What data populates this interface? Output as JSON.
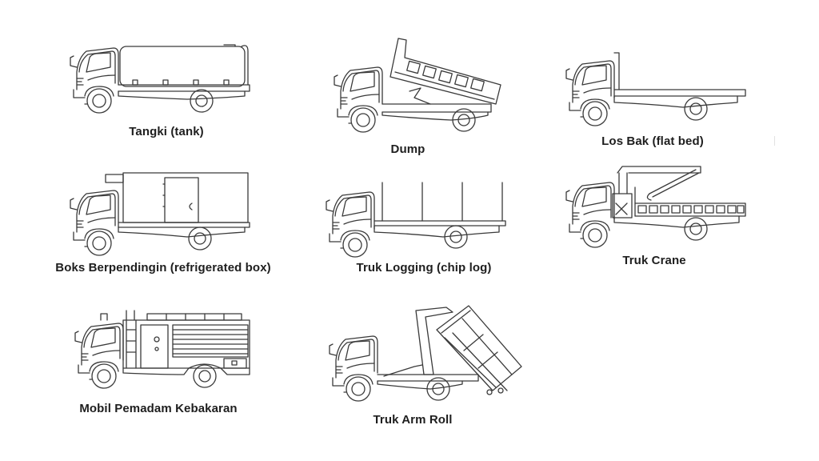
{
  "figure": {
    "vehicles": [
      {
        "id": "tangki",
        "label": "Tangki (tank)"
      },
      {
        "id": "dump",
        "label": "Dump"
      },
      {
        "id": "los-bak",
        "label": "Los Bak (flat bed)"
      },
      {
        "id": "boks-berpendingin",
        "label": "Boks Berpendingin (refrigerated box)"
      },
      {
        "id": "truk-logging",
        "label": "Truk Logging (chip log)"
      },
      {
        "id": "truk-crane",
        "label": "Truk Crane"
      },
      {
        "id": "mobil-pemadam",
        "label": "Mobil Pemadam Kebakaran"
      },
      {
        "id": "truk-arm-roll",
        "label": "Truk Arm Roll"
      }
    ],
    "colors": {
      "line": "#3a3a3a",
      "text": "#1e1e1e",
      "background": "#ffffff"
    }
  }
}
